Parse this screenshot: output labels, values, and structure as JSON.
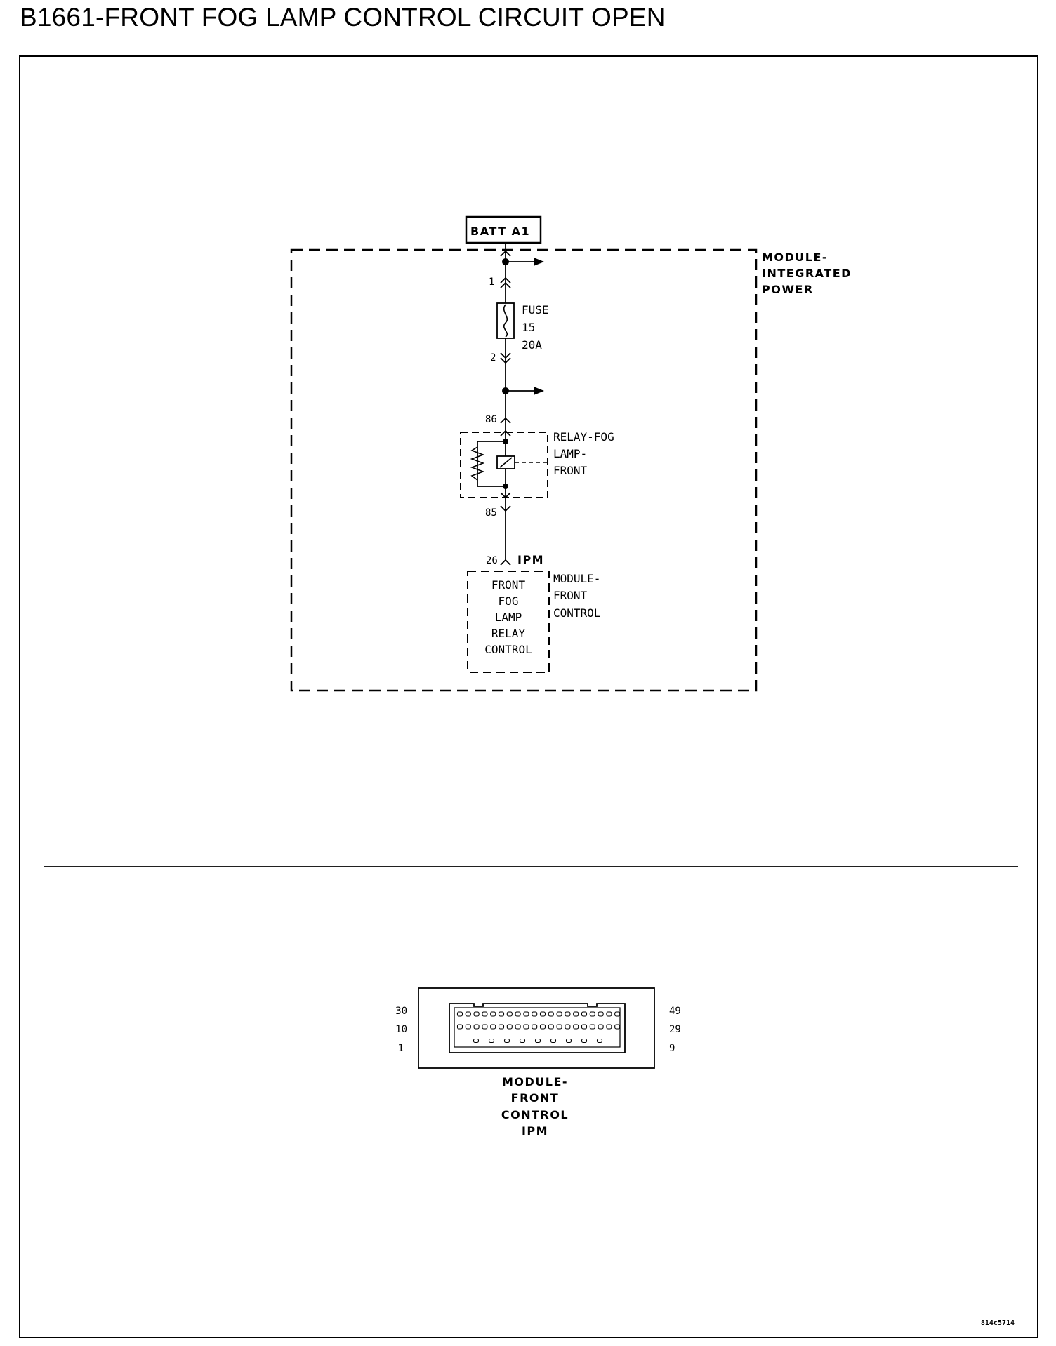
{
  "title": "B1661-FRONT FOG LAMP CONTROL CIRCUIT OPEN",
  "schematic": {
    "power_source": "BATT A1",
    "module_integrated_power": {
      "label_lines": [
        "MODULE-",
        "INTEGRATED",
        "POWER"
      ]
    },
    "fuse": {
      "label_lines": [
        "FUSE",
        "15",
        "20A"
      ],
      "pin_in": "1",
      "pin_out": "2"
    },
    "relay": {
      "label_lines": [
        "RELAY-FOG",
        "LAMP-",
        "FRONT"
      ],
      "pin_top": "86",
      "pin_bottom": "85"
    },
    "front_control": {
      "connector_pin": "26",
      "connector_name": "IPM",
      "inner_label_lines": [
        "FRONT",
        "FOG",
        "LAMP",
        "RELAY",
        "CONTROL"
      ],
      "label_lines": [
        "MODULE-",
        "FRONT",
        "CONTROL"
      ]
    }
  },
  "connector_view": {
    "left_pins": [
      "30",
      "10",
      "1"
    ],
    "right_pins": [
      "49",
      "29",
      "9"
    ],
    "label_lines": [
      "MODULE-",
      "FRONT",
      "CONTROL",
      "IPM"
    ]
  },
  "figure_id": "814c5714"
}
